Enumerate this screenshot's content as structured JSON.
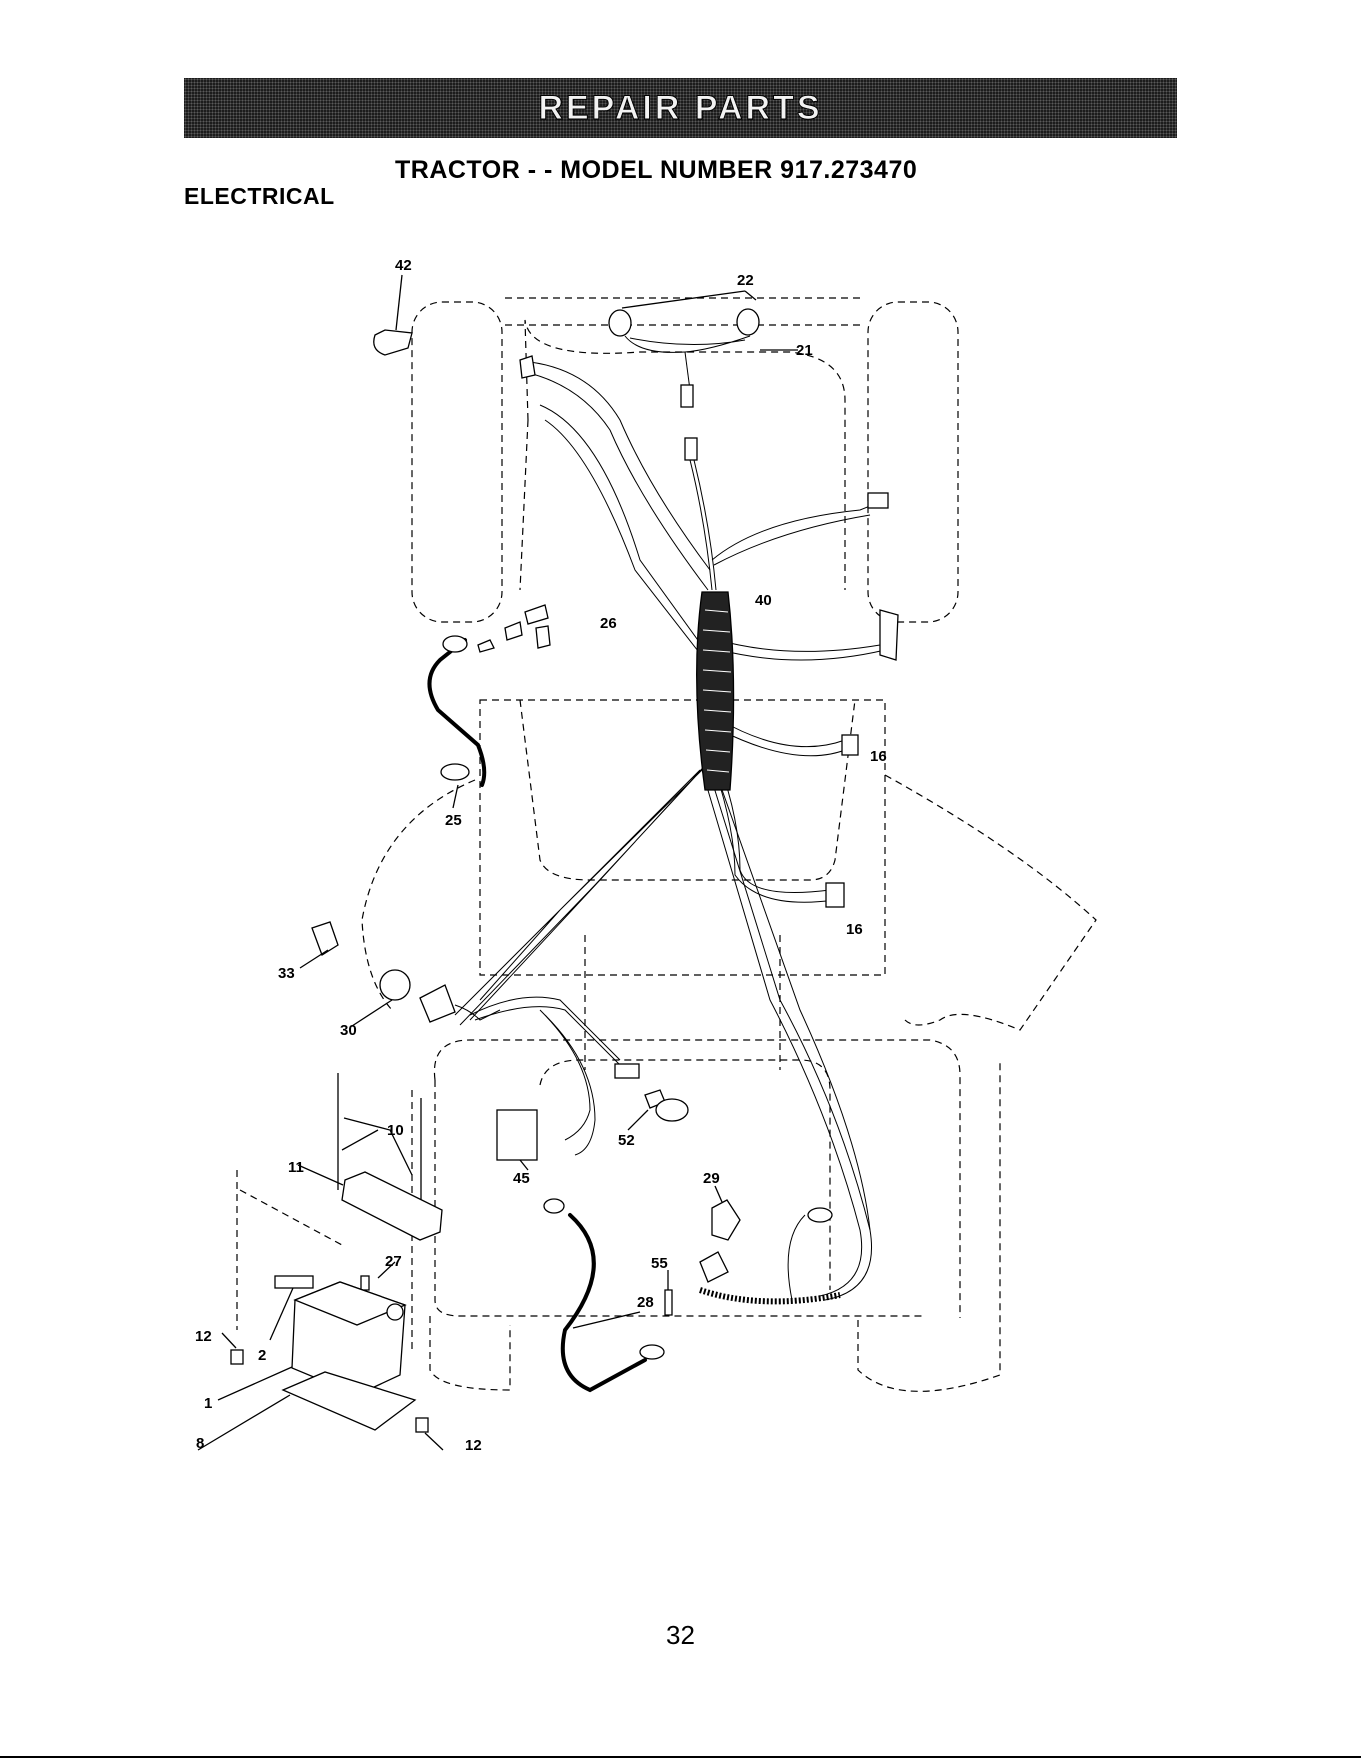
{
  "banner": {
    "title": "REPAIR PARTS"
  },
  "header": {
    "model_line": "TRACTOR - - MODEL NUMBER 917.273470",
    "section": "ELECTRICAL"
  },
  "callouts": {
    "c22": "22",
    "c21": "21",
    "c42": "42",
    "c40": "40",
    "c26": "26",
    "c16a": "16",
    "c16b": "16",
    "c25": "25",
    "c33": "33",
    "c30": "30",
    "c10": "10",
    "c11": "11",
    "c45": "45",
    "c52": "52",
    "c29": "29",
    "c27": "27",
    "c55": "55",
    "c28": "28",
    "c12a": "12",
    "c12b": "12",
    "c2": "2",
    "c1": "1",
    "c8": "8"
  },
  "footer": {
    "page_number": "32"
  }
}
